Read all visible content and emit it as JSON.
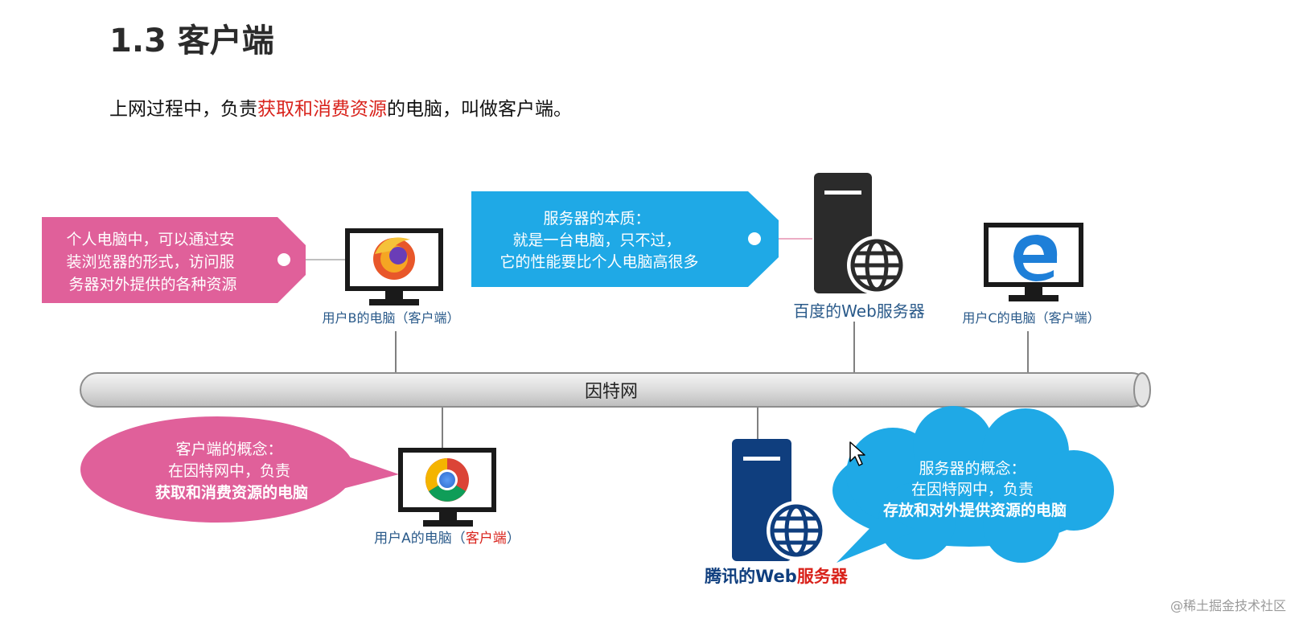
{
  "title": "1.3 客户端",
  "intro": {
    "prefix": "上网过程中，负责",
    "highlight": "获取和消费资源",
    "suffix": "的电脑，叫做客户端。"
  },
  "network_label": "因特网",
  "callouts": {
    "personal": [
      "个人电脑中，可以通过安",
      "装浏览器的形式，访问服",
      "务器对外提供的各种资源"
    ],
    "server_essence": [
      "服务器的本质：",
      "就是一台电脑，只不过，",
      "它的性能要比个人电脑高很多"
    ],
    "client_concept": [
      "客户端的概念：",
      "在因特网中，负责",
      "获取和消费资源的电脑"
    ],
    "server_concept": [
      "服务器的概念：",
      "在因特网中，负责",
      "存放和对外提供资源的电脑"
    ]
  },
  "labels": {
    "user_b": "用户B的电脑（客户端）",
    "baidu": "百度的Web服务器",
    "user_c": "用户C的电脑（客户端）",
    "user_a_prefix": "用户A的电脑（",
    "user_a_highlight": "客户端",
    "user_a_suffix": "）",
    "tencent_prefix": "腾讯的Web",
    "tencent_highlight": "服务器"
  },
  "watermark": "@稀土掘金技术社区",
  "colors": {
    "pink": "#e0609a",
    "blue": "#1fa9e6",
    "label_blue": "#2a5a8a",
    "red": "#d9231c",
    "server_black": "#2b2b2b",
    "server_navy": "#0f3e7e"
  }
}
